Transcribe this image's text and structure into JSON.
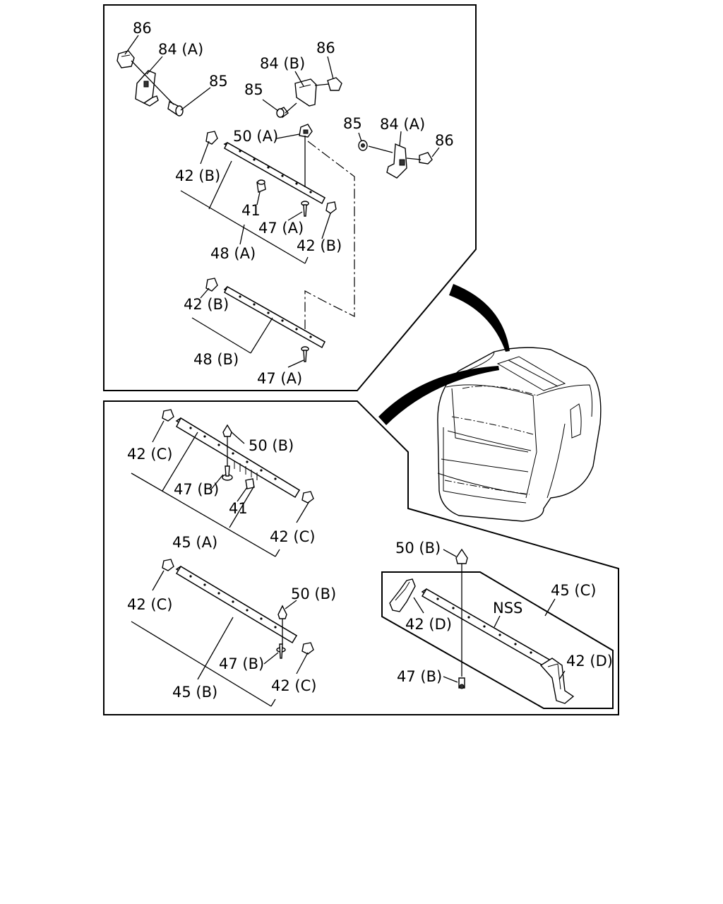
{
  "labels": {
    "l86_a": "86",
    "l84a_a": "84 (A)",
    "l85_a": "85",
    "l84b": "84 (B)",
    "l86_b": "86",
    "l85_b": "85",
    "l50a": "50 (A)",
    "l85_c": "85",
    "l84a_b": "84 (A)",
    "l86_c": "86",
    "l42b_a": "42 (B)",
    "l41_a": "41",
    "l47a_a": "47 (A)",
    "l42b_b": "42 (B)",
    "l48a": "48 (A)",
    "l42b_c": "42 (B)",
    "l48b": "48 (B)",
    "l47a_b": "47 (A)",
    "l42c_a": "42 (C)",
    "l50b_a": "50 (B)",
    "l47b_a": "47 (B)",
    "l41_b": "41",
    "l42c_b": "42 (C)",
    "l45a": "45 (A)",
    "l50b_b": "50 (B)",
    "l42c_c": "42 (C)",
    "l50b_c": "50 (B)",
    "l47b_b": "47 (B)",
    "l42c_d": "42 (C)",
    "l45b": "45 (B)",
    "l45c": "45 (C)",
    "lnss": "NSS",
    "l42d_a": "42 (D)",
    "l42d_b": "42 (D)",
    "l47b_c": "47 (B)"
  }
}
